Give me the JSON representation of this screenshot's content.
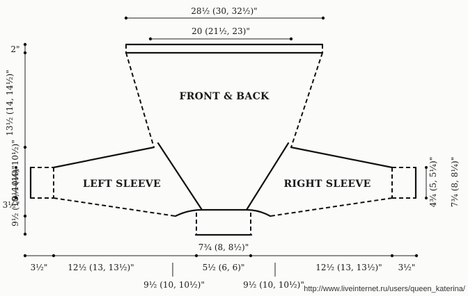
{
  "labels": {
    "top_width": "28½ (30, 32½)\"",
    "upper_width": "20 (21½, 23)\"",
    "front_back": "FRONT & BACK",
    "left_sleeve": "LEFT SLEEVE",
    "right_sleeve": "RIGHT SLEEVE",
    "bottom_width": "7¾ (8, 8½)\"",
    "left_top": "2\"",
    "left_body": "13½ (14, 14½)\"",
    "left_cuff_upper": "9½ (10, 10½)\"",
    "left_cuff_lower": "9½ (10, 10½)\"",
    "left_bottom": "3½\"",
    "right_cuff": "4¾ (5, 5¼)\"",
    "right_arm": "7¾ (8, 8¼)\"",
    "bottom_row": {
      "seg1": "3½\"",
      "seg2": "12½ (13, 13½)\"",
      "seg3": "5½ (6, 6)\"",
      "seg4": "12½ (13, 13½)\"",
      "seg5": "3½\""
    },
    "below_row": {
      "left": "9½ (10, 10½)\"",
      "right": "9½ (10, 10½)\""
    }
  },
  "watermark": "http://www.liveinternet.ru/users/queen_katerina/"
}
